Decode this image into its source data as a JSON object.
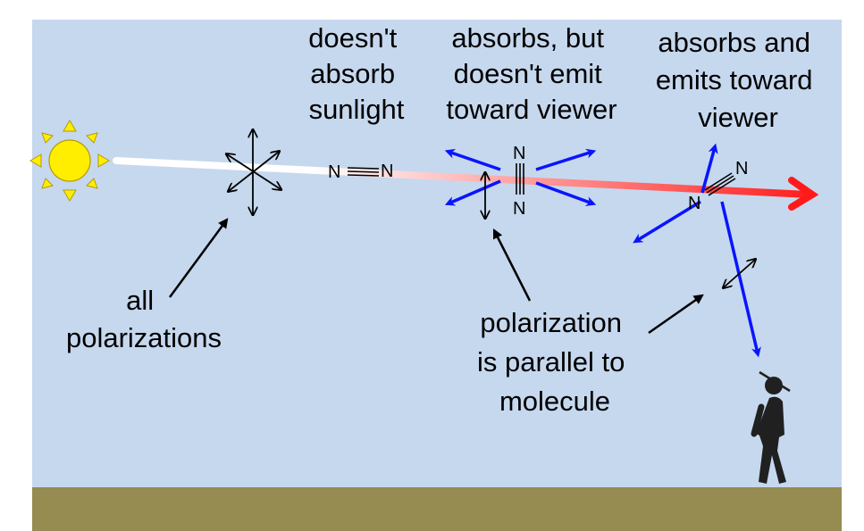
{
  "colors": {
    "sky": "#c6d8ee",
    "ground": "#968b51",
    "sun": "#ffee00",
    "sun_outline": "#b59a00",
    "beam_start": "#ffffff",
    "beam_end": "#ff1a1a",
    "scatter": "#0a14ff",
    "person": "#202020"
  },
  "icons": {
    "sun": "sun-icon",
    "viewer": "person-icon"
  },
  "labels": {
    "no_absorb": [
      "doesn't",
      "absorb",
      "sunlight"
    ],
    "absorb_no_emit": [
      "absorbs, but",
      "doesn't emit",
      "toward viewer"
    ],
    "absorb_emit": [
      "absorbs and",
      "emits toward",
      "viewer"
    ],
    "all_polarizations": [
      "all",
      "polarizations"
    ],
    "parallel": [
      "polarization",
      "is parallel to",
      "molecule"
    ]
  },
  "molecules": {
    "m1": [
      "N",
      "N"
    ],
    "m2": [
      "N",
      "N"
    ],
    "m3": [
      "N",
      "N"
    ]
  }
}
